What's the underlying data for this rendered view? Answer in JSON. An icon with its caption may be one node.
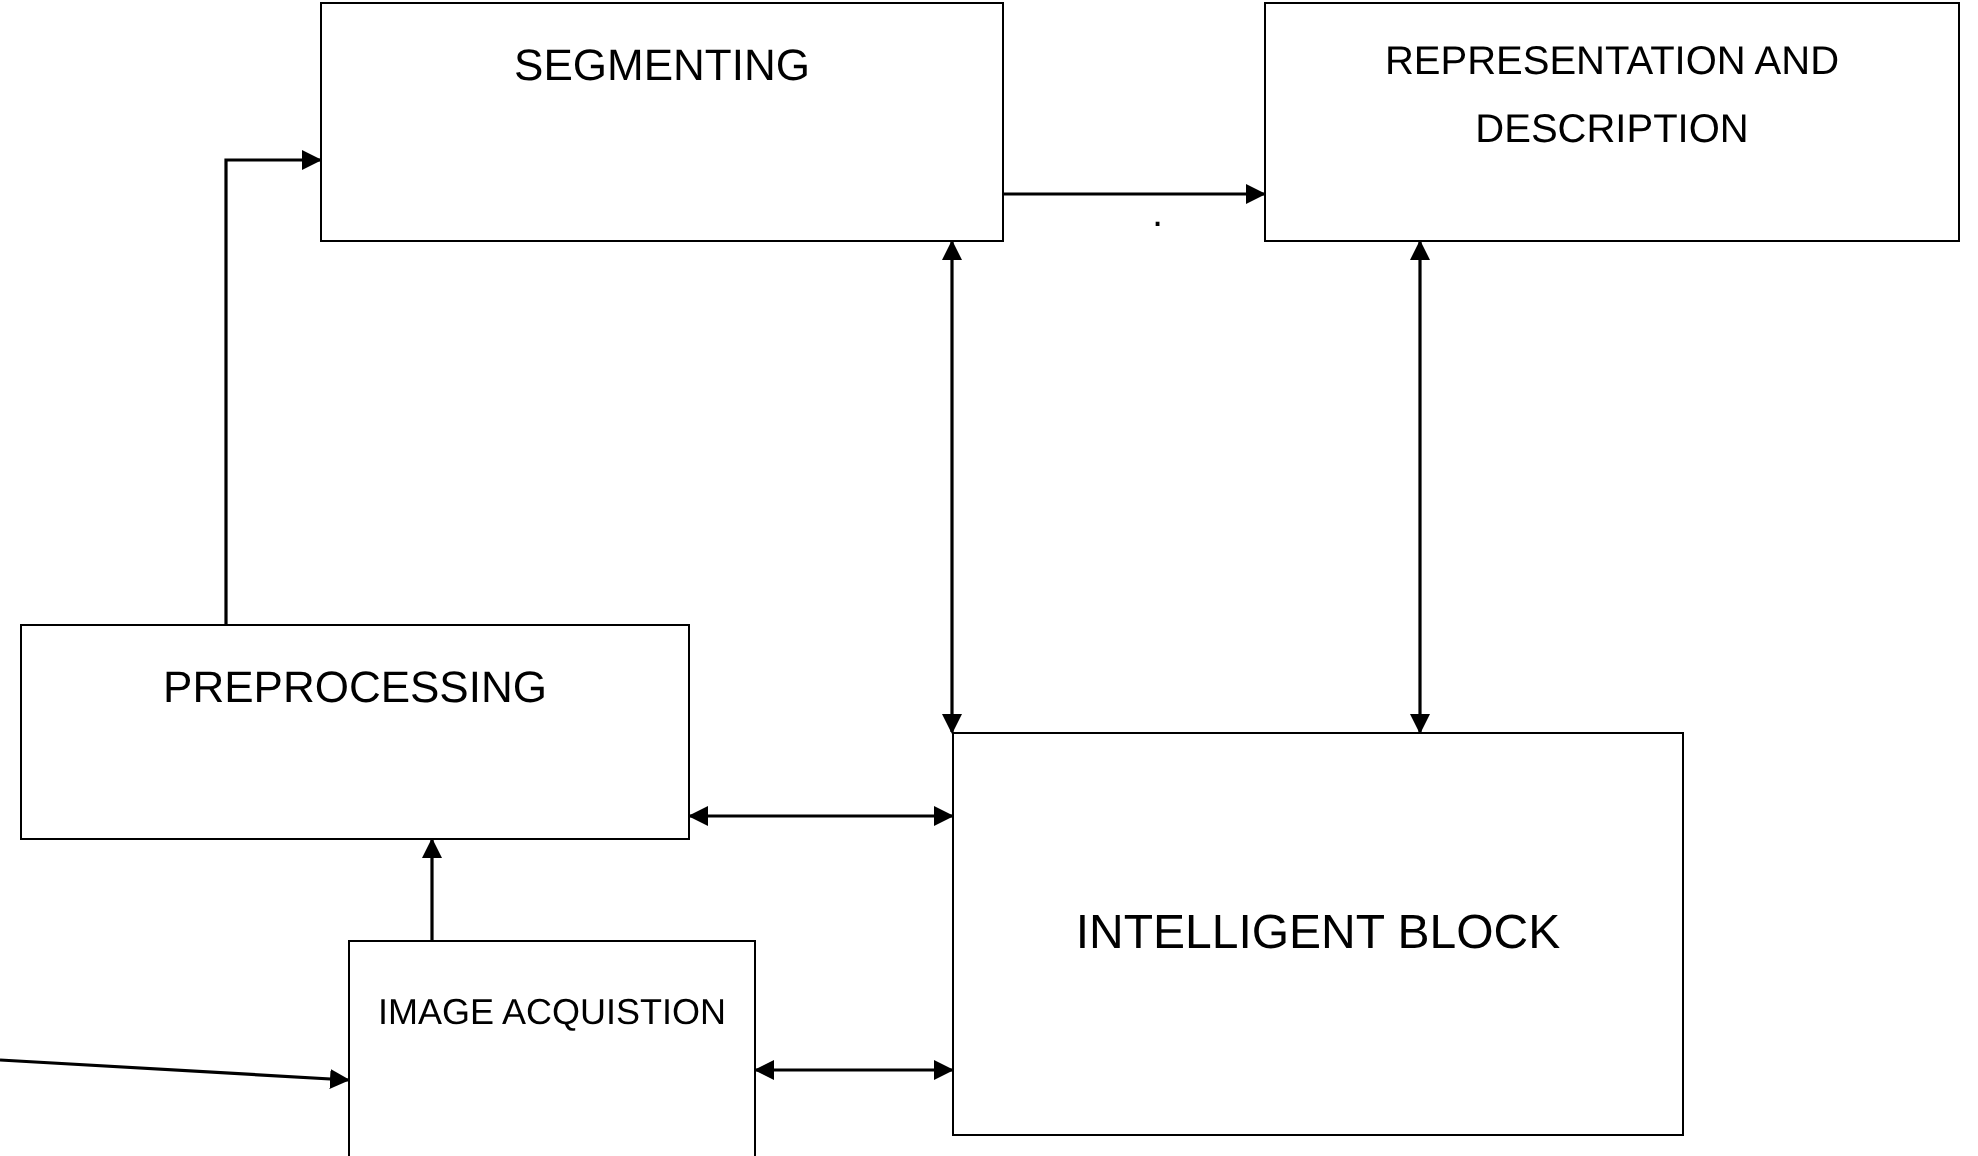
{
  "diagram": {
    "nodes": [
      {
        "text": [
          "SEGMENTING"
        ]
      },
      {
        "text": [
          "REPRESENTATION AND DESCRIPTION"
        ]
      },
      {
        "text": [
          "PREPROCESSING"
        ]
      },
      {
        "text": [
          "INTELLIGENT BLOCK"
        ]
      },
      {
        "text": [
          "IMAGE ACQUISTION"
        ]
      }
    ],
    "edges": [
      {
        "from": 2,
        "to": 0,
        "arrow": "to"
      },
      {
        "from": 0,
        "to": 1,
        "arrow": "to"
      },
      {
        "from": 0,
        "to": 3,
        "arrow": "both"
      },
      {
        "from": 1,
        "to": 3,
        "arrow": "both"
      },
      {
        "from": 2,
        "to": 3,
        "arrow": "both"
      },
      {
        "from": 4,
        "to": 2,
        "arrow": "to"
      },
      {
        "from": 4,
        "to": 3,
        "arrow": "both"
      },
      {
        "from": null,
        "to": 4,
        "arrow": "to"
      }
    ],
    "labels": [
      "."
    ]
  }
}
